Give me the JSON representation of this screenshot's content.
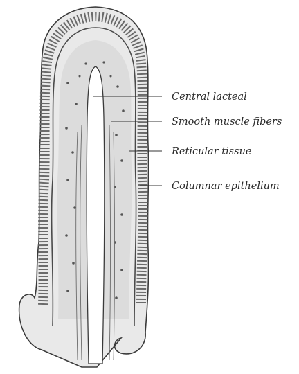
{
  "labels": [
    {
      "id": "central-lacteal",
      "text": "Central lacteal"
    },
    {
      "id": "smooth-muscle-fibers",
      "text": "Smooth muscle fibers"
    },
    {
      "id": "reticular-tissue",
      "text": "Reticular tissue"
    },
    {
      "id": "columnar-epithelium",
      "text": "Columnar epithelium"
    }
  ],
  "colors": {
    "ink": "#333333",
    "paper": "#ffffff",
    "stroma": "#8a8a8a",
    "epithelium": "#5a5a5a"
  }
}
